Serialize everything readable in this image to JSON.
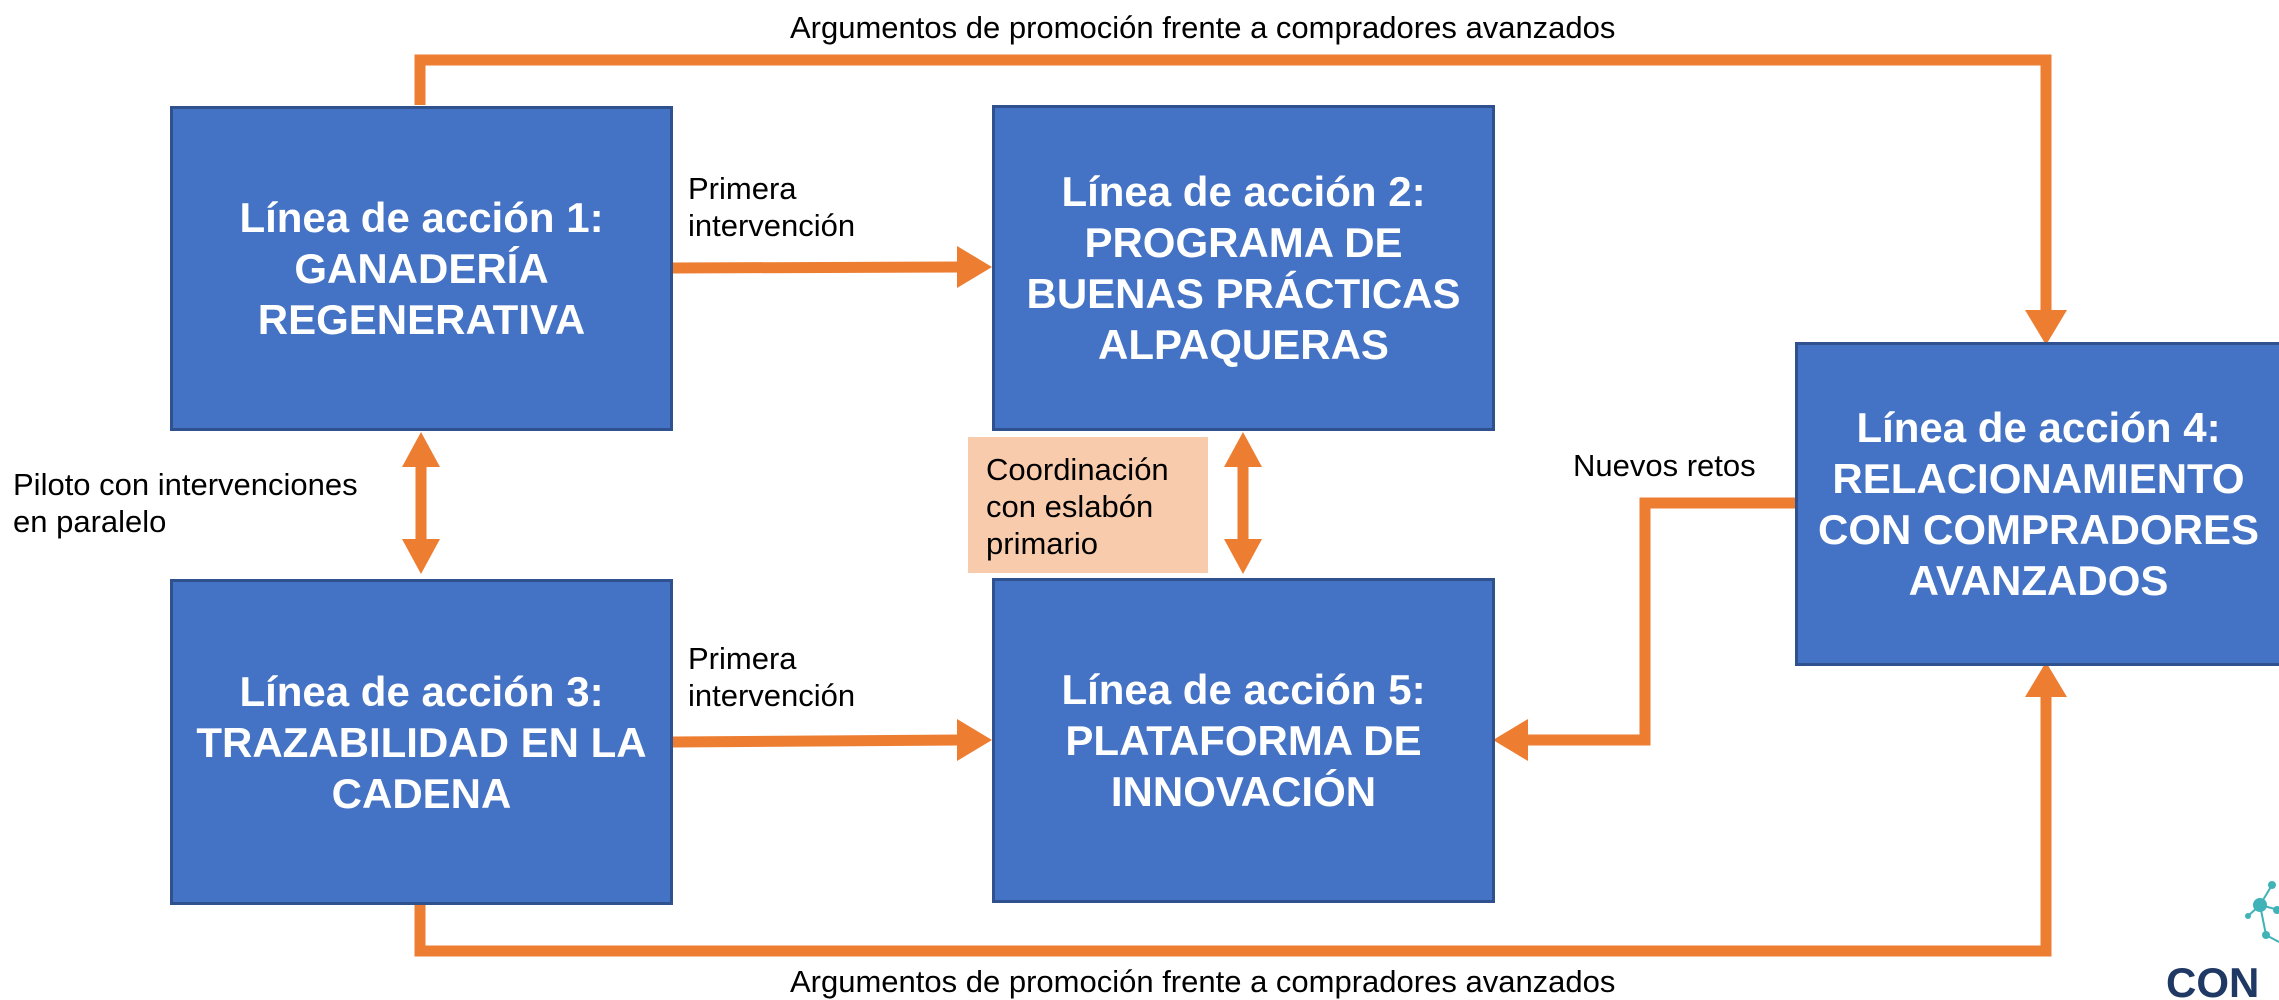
{
  "colors": {
    "box_fill": "#4472c4",
    "box_border": "#2f528f",
    "arrow": "#ed7d31",
    "note_fill": "#f8cbad",
    "logo_teal": "#3fb3b8",
    "logo_navy": "#1f3864"
  },
  "boxes": {
    "box1": {
      "line1": "Línea de acción 1:",
      "line2": "GANADERÍA",
      "line3": "REGENERATIVA"
    },
    "box2": {
      "line1": "Línea de acción 2:",
      "line2": "PROGRAMA DE",
      "line3": "BUENAS PRÁCTICAS",
      "line4": "ALPAQUERAS"
    },
    "box3": {
      "line1": "Línea de acción 3:",
      "line2": "TRAZABILIDAD EN LA",
      "line3": "CADENA"
    },
    "box4": {
      "line1": "Línea de acción 4:",
      "line2": "RELACIONAMIENTO",
      "line3": "CON COMPRADORES",
      "line4": "AVANZADOS"
    },
    "box5": {
      "line1": "Línea de acción 5:",
      "line2": "PLATAFORMA DE",
      "line3": "INNOVACIÓN"
    }
  },
  "labels": {
    "top": "Argumentos de promoción frente a compradores avanzados",
    "bottom": "Argumentos de promoción frente a compradores avanzados",
    "first_intervention_top": {
      "line1": "Primera",
      "line2": "intervención"
    },
    "first_intervention_bottom": {
      "line1": "Primera",
      "line2": "intervención"
    },
    "pilot": {
      "line1": "Piloto con intervenciones",
      "line2": "en paralelo"
    },
    "new_challenges": "Nuevos retos"
  },
  "note": {
    "line1": "Coordinación",
    "line2": "con eslabón",
    "line3": "primario"
  },
  "logo": {
    "icon": "network-logo-icon",
    "text": "CON"
  }
}
